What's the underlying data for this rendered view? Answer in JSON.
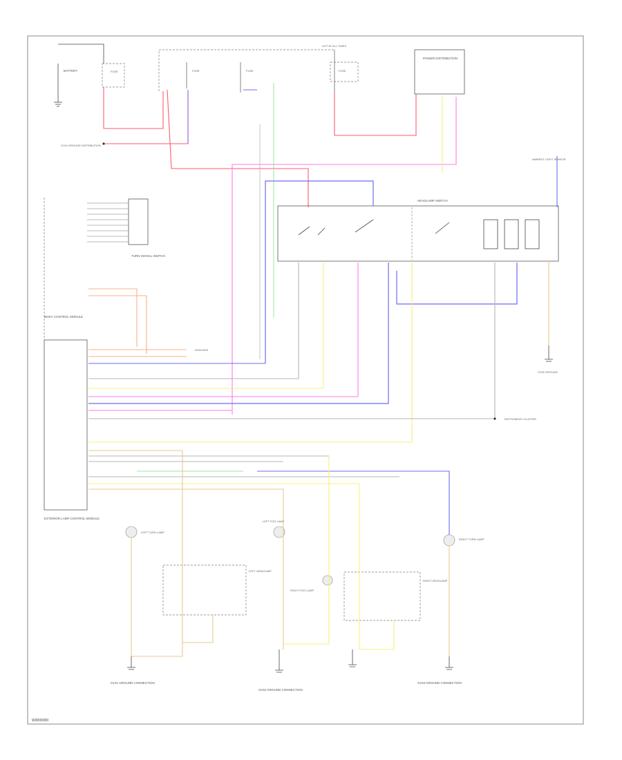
{
  "diagram": {
    "id_code": "W0000000",
    "colors": {
      "red": "#ff5a6e",
      "pink": "#ff7ae6",
      "violet": "#8a6ae8",
      "blue": "#6c6cf0",
      "yellow": "#f4f07a",
      "tan": "#e8c890",
      "orange": "#f8b088",
      "green": "#9ae89a",
      "gray": "#b4b4b4",
      "frame": "#888888"
    },
    "labels": {
      "battery": "BATTERY",
      "fuse_a": "FUSE",
      "fuse_b": "FUSE",
      "fuse_c": "FUSE",
      "fuse_d": "FUSE",
      "hot_at_all_times": "HOT AT ALL TIMES",
      "power_dist": "POWER DISTRIBUTION",
      "body_ctrl": "BODY CONTROL MODULE",
      "turn_signal": "TURN SIGNAL SWITCH",
      "headlamp_switch": "HEADLAMP SWITCH",
      "exterior_lamp_ctrl": "EXTERIOR LAMP CONTROL MODULE",
      "left_headlamp": "LEFT HEADLAMP",
      "right_headlamp": "RIGHT HEADLAMP",
      "left_fog": "LEFT FOG LAMP",
      "right_fog": "RIGHT FOG LAMP",
      "left_turn": "LEFT TURN LAMP",
      "right_turn": "RIGHT TURN LAMP",
      "ground_left": "G101 GROUND CONNECTION",
      "ground_center": "G102 GROUND CONNECTION",
      "ground_right": "G103 GROUND CONNECTION",
      "ground_dist": "G104 GROUND DISTRIBUTION",
      "ground_body": "G105 GROUND",
      "ambient_sensor": "AMBIENT LIGHT SENSOR",
      "instrument": "INSTRUMENT CLUSTER",
      "data_bus": "DATA BUS"
    }
  }
}
